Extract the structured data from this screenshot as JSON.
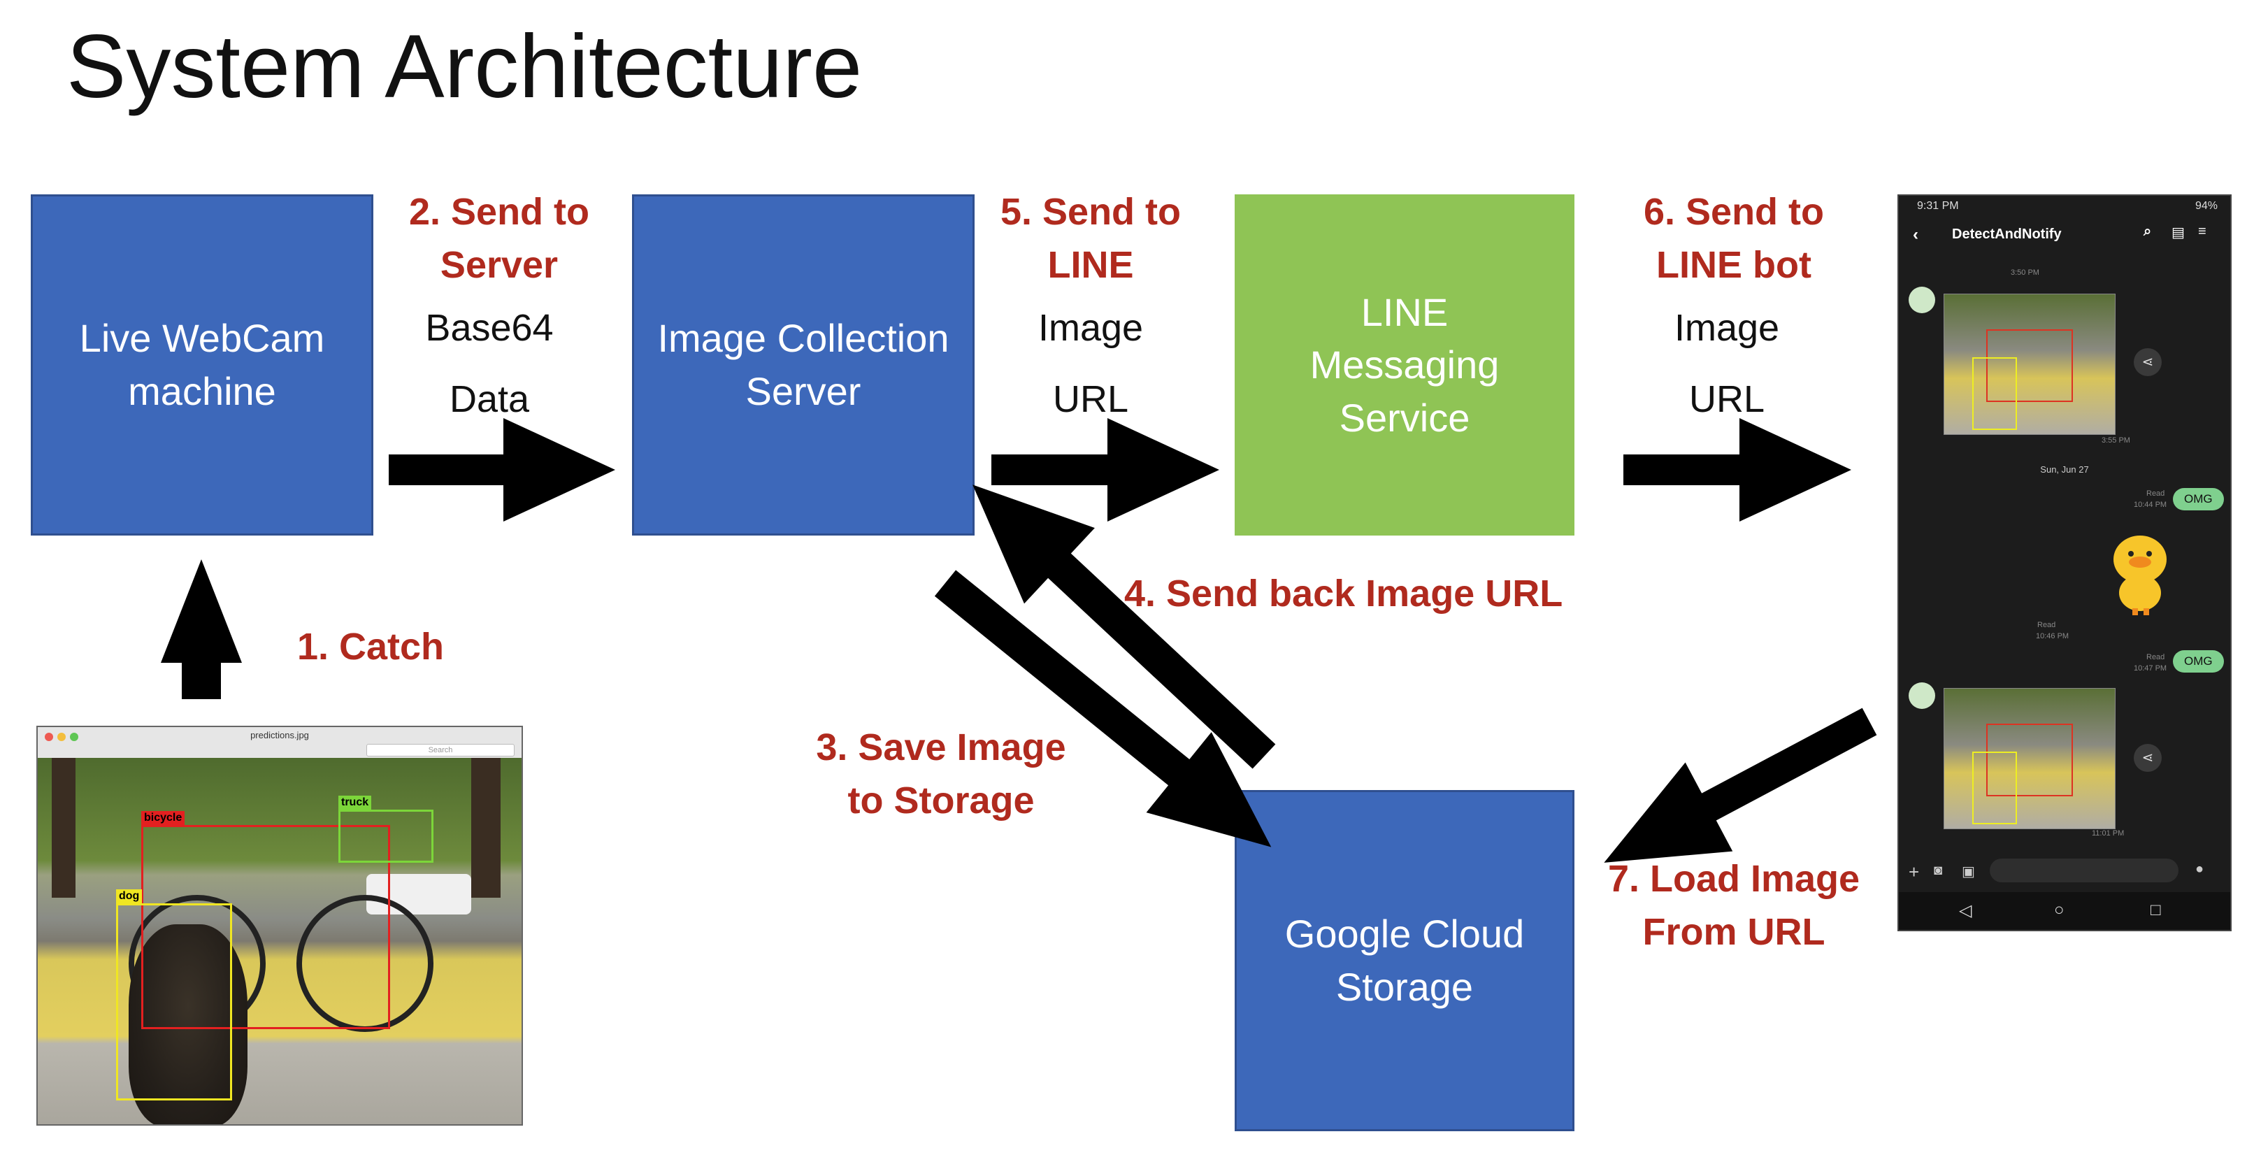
{
  "title": "System Architecture",
  "boxes": {
    "webcam": {
      "line1": "Live WebCam",
      "line2": "machine"
    },
    "server": {
      "line1": "Image Collection",
      "line2": "Server"
    },
    "line_service": {
      "line1": "LINE",
      "line2": "Messaging",
      "line3": "Service"
    },
    "storage": {
      "line1": "Google Cloud",
      "line2": "Storage"
    }
  },
  "steps": {
    "s1": "1. Catch",
    "s2": {
      "line1": "2. Send to",
      "line2": "Server"
    },
    "s3": {
      "line1": "3. Save Image",
      "line2": "to Storage"
    },
    "s4": "4. Send back Image URL",
    "s5": {
      "line1": "5. Send to",
      "line2": "LINE"
    },
    "s6": {
      "line1": "6. Send to",
      "line2": "LINE bot"
    },
    "s7": {
      "line1": "7. Load Image",
      "line2": "From URL"
    }
  },
  "payloads": {
    "p2": {
      "line1": "Base64",
      "line2": "Data"
    },
    "p5": {
      "line1": "Image",
      "line2": "URL"
    },
    "p6": {
      "line1": "Image",
      "line2": "URL"
    }
  },
  "webcam_screenshot": {
    "filename": "predictions.jpg",
    "search_placeholder": "Search",
    "labels": {
      "bicycle": "bicycle",
      "truck": "truck",
      "dog": "dog"
    }
  },
  "phone": {
    "time": "9:31 PM",
    "battery": "94%",
    "chat_name": "DetectAndNotify",
    "time1": "3:50 PM",
    "time2": "3:55 PM",
    "date": "Sun, Jun 27",
    "read1": "Read",
    "read1_time": "10:44 PM",
    "bubble1": "OMG",
    "read2": "Read",
    "read2_time": "10:46 PM",
    "read3": "Read",
    "read3_time": "10:47 PM",
    "bubble2": "OMG",
    "time3": "11:01 PM"
  },
  "colors": {
    "box_blue": "#3d68ba",
    "box_green": "#8fc455",
    "step_red": "#b02a1e"
  }
}
